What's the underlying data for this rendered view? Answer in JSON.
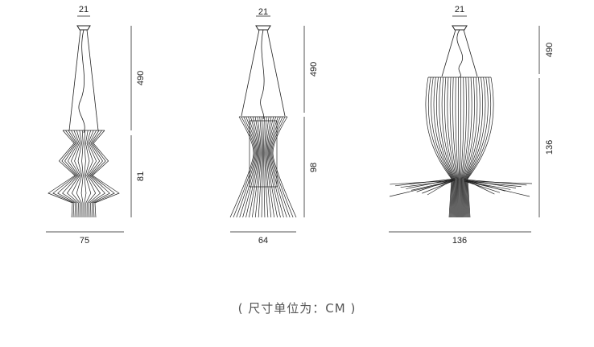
{
  "lamps": [
    {
      "name": "lamp-1",
      "canopy_width_label": "21",
      "cable_height_label": "490",
      "body_height_label": "81",
      "total_width_label": "75"
    },
    {
      "name": "lamp-2",
      "canopy_width_label": "21",
      "cable_height_label": "490",
      "body_height_label": "98",
      "total_width_label": "64"
    },
    {
      "name": "lamp-3",
      "canopy_width_label": "21",
      "cable_height_label": "490",
      "body_height_label": "136",
      "total_width_label": "136"
    }
  ],
  "caption": "( 尺寸单位为：CM )",
  "colors": {
    "line": "#222222",
    "dim_line": "#555555",
    "caption": "#555555"
  }
}
